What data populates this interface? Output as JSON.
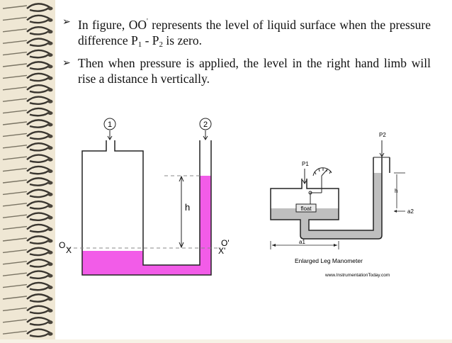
{
  "bullets": {
    "b1": {
      "t1": "In figure, OO",
      "sup": "'",
      "t2": " represents the level of liquid surface when the pressure difference P",
      "s1": "1",
      "t3": " - P",
      "s2": "2",
      "t4": " is zero."
    },
    "b2": {
      "text": "Then when pressure is applied, the level in the right hand limb will rise a distance h vertically."
    }
  },
  "left_figure": {
    "port1": "1",
    "port2": "2",
    "height_label": "h",
    "o_left": "O",
    "x_left": "X",
    "o_right": "O'",
    "x_right": "X'"
  },
  "right_figure": {
    "p1": "P1",
    "p2": "P2",
    "float": "float",
    "h": "h",
    "a1": "a1",
    "a2": "a2",
    "caption": "Enlarged Leg Manometer",
    "website": "www.InstrumentationToday.com"
  },
  "colors": {
    "liquid_left": "#f25ce8",
    "liquid_right": "#bfbfbf"
  }
}
